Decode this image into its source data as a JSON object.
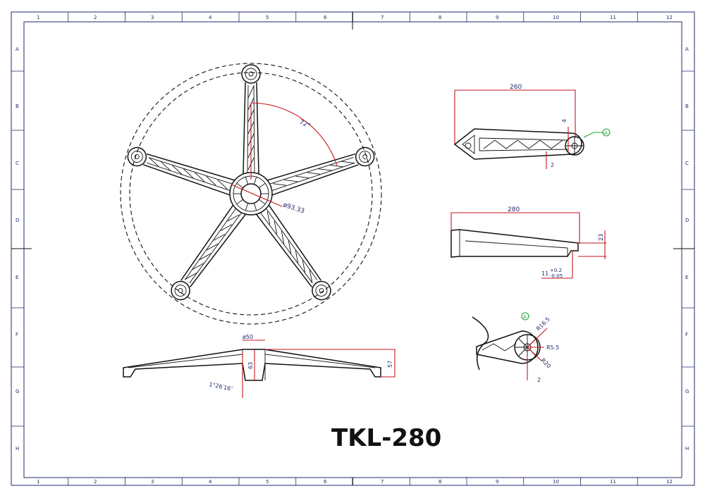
{
  "drawing_number": "TKL-280",
  "column_labels": [
    "1",
    "2",
    "3",
    "4",
    "5",
    "6",
    "7",
    "8",
    "9",
    "10",
    "11",
    "12"
  ],
  "row_labels": [
    "A",
    "B",
    "C",
    "D",
    "E",
    "F",
    "G",
    "H"
  ],
  "dimensions": {
    "top_view_angle": "72°",
    "top_view_diameter": "ø93.33",
    "side_length": "260",
    "side_detail_height": "4",
    "side_detail_offset": "2",
    "side_marker": "A",
    "profile_length": "280",
    "profile_height": "23",
    "profile_tol_base": "11",
    "profile_tol_plus": "+0.2",
    "profile_tol_minus": "-0.05",
    "front_hub_diameter": "ø50",
    "front_hub_height": "63",
    "front_total_height": "57",
    "front_angle": "1°26′16″",
    "detail_marker": "A",
    "detail_r1": "R16.5",
    "detail_r2": "R5.5",
    "detail_r3": "R20",
    "detail_offset": "2"
  },
  "colors": {
    "line": "#111111",
    "dimension_text": "#1f2a6b",
    "dimension_line": "#c4161c",
    "marker": "#22a33a"
  }
}
